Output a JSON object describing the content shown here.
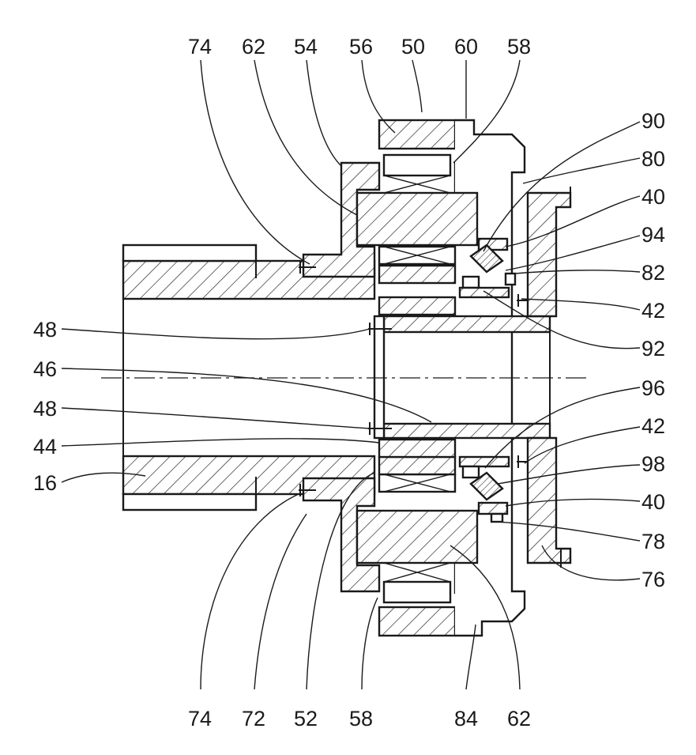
{
  "labels": {
    "l74_top": "74",
    "l62_top": "62",
    "l54": "54",
    "l56": "56",
    "l50": "50",
    "l60": "60",
    "l58_top": "58",
    "l90": "90",
    "l80": "80",
    "l40_top": "40",
    "l94": "94",
    "l82": "82",
    "l42_top": "42",
    "l92": "92",
    "l96": "96",
    "l42_mid": "42",
    "l98": "98",
    "l40_bot": "40",
    "l78": "78",
    "l76": "76",
    "l48_top": "48",
    "l46": "46",
    "l48_bot": "48",
    "l44": "44",
    "l16": "16",
    "l74_bot": "74",
    "l72": "72",
    "l52": "52",
    "l58_bot": "58",
    "l84": "84",
    "l62_bot": "62"
  }
}
